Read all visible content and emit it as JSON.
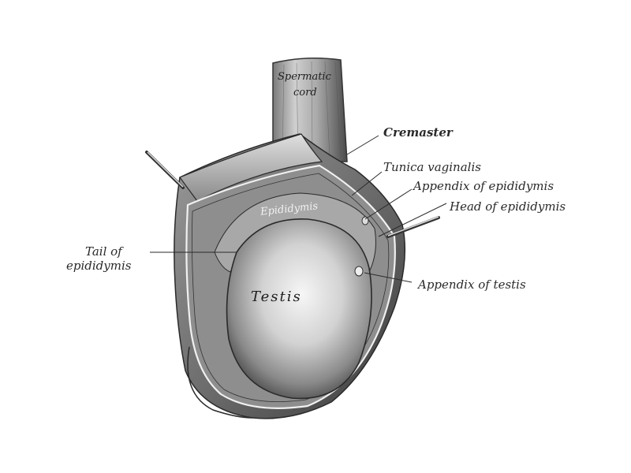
{
  "figure": {
    "type": "anatomical illustration",
    "subject": "Testis and epididymis with tunica vaginalis opened",
    "background": "#ffffff",
    "ink_color": "#2a2a2a"
  },
  "inner_labels": {
    "spermatic_cord": [
      "Spermatic",
      "cord"
    ],
    "epididymis": "Epididymis",
    "testis": "Testis"
  },
  "callouts": [
    {
      "id": "cremaster",
      "text": "Cremaster"
    },
    {
      "id": "tunica-vaginalis",
      "text": "Tunica vaginalis"
    },
    {
      "id": "appendix-of-epididymis",
      "text": "Appendix of epididymis"
    },
    {
      "id": "head-of-epididymis",
      "text": "Head of epididymis"
    },
    {
      "id": "appendix-of-testis",
      "text": "Appendix of testis"
    },
    {
      "id": "tail-of-epididymis",
      "text": [
        "Tail of",
        "epididymis"
      ]
    }
  ]
}
